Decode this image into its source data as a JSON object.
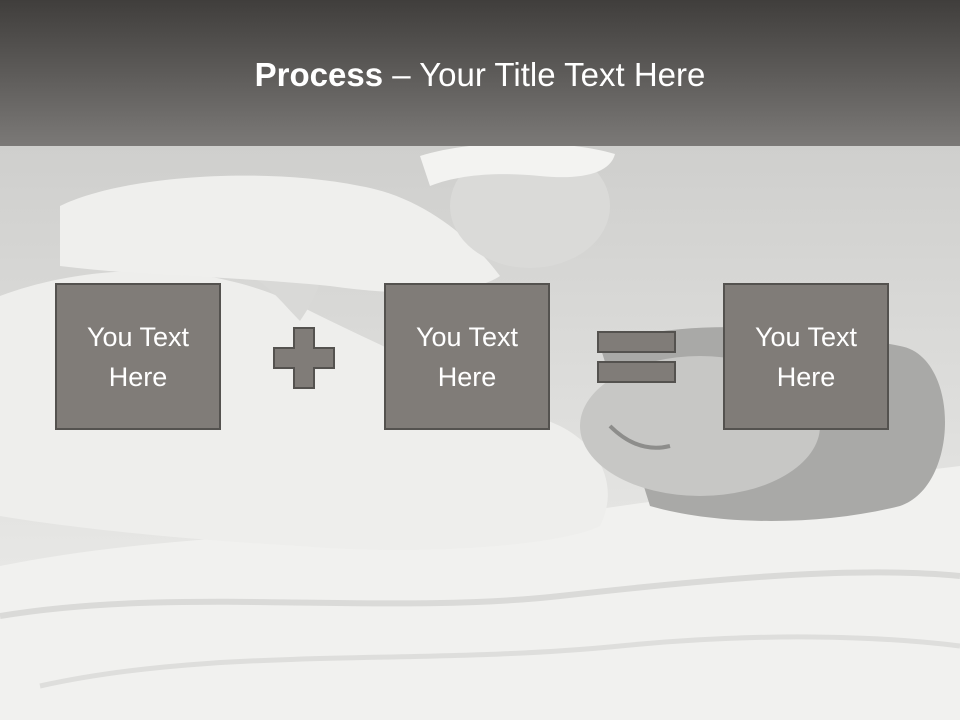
{
  "slide": {
    "title_bold": "Process",
    "title_rest": " – Your Title Text Here"
  },
  "boxes": [
    {
      "text": "You Text Here"
    },
    {
      "text": "You Text Here"
    },
    {
      "text": "You Text Here"
    }
  ],
  "operators": {
    "first": "plus-icon",
    "second": "equals-icon"
  },
  "colors": {
    "header_top": "#403e3c",
    "header_bottom": "#7b7977",
    "box_fill": "#807c78",
    "box_border": "#54524f",
    "title_text": "#ffffff"
  }
}
